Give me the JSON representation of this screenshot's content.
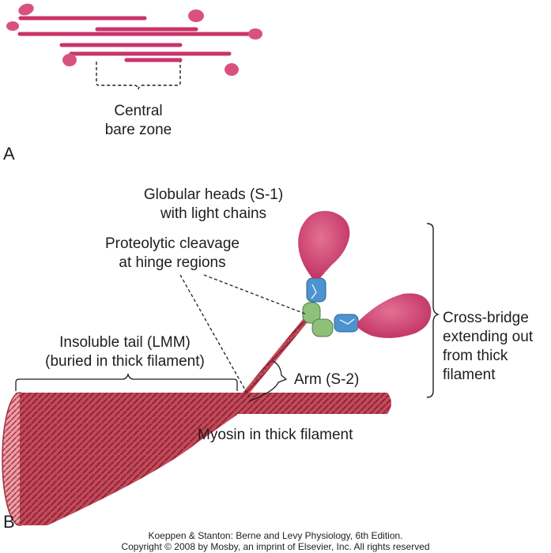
{
  "panel_a": {
    "letter": "A",
    "label_line1": "Central",
    "label_line2": "bare zone"
  },
  "panel_b": {
    "letter": "B",
    "globular_line1": "Globular heads (S-1)",
    "globular_line2": "with light chains",
    "proteolytic_line1": "Proteolytic cleavage",
    "proteolytic_line2": "at hinge regions",
    "tail_line1": "Insoluble tail (LMM)",
    "tail_line2": "(buried in thick filament)",
    "arm": "Arm (S-2)",
    "crossbridge_line1": "Cross-bridge",
    "crossbridge_line2": "extending out",
    "crossbridge_line3": "from thick",
    "crossbridge_line4": "filament",
    "myosin": "Myosin in thick filament"
  },
  "credit": {
    "line1": "Koeppen & Stanton: Berne and Levy Physiology, 6th Edition.",
    "line2": "Copyright © 2008 by Mosby, an imprint of Elsevier, Inc. All rights reserved"
  },
  "colors": {
    "myosin_pink": "#c9336a",
    "head_pink": "#d9527e",
    "light_chain_blue": "#4d93cf",
    "light_chain_green": "#8fc07a",
    "filament_red": "#b83a4a"
  }
}
